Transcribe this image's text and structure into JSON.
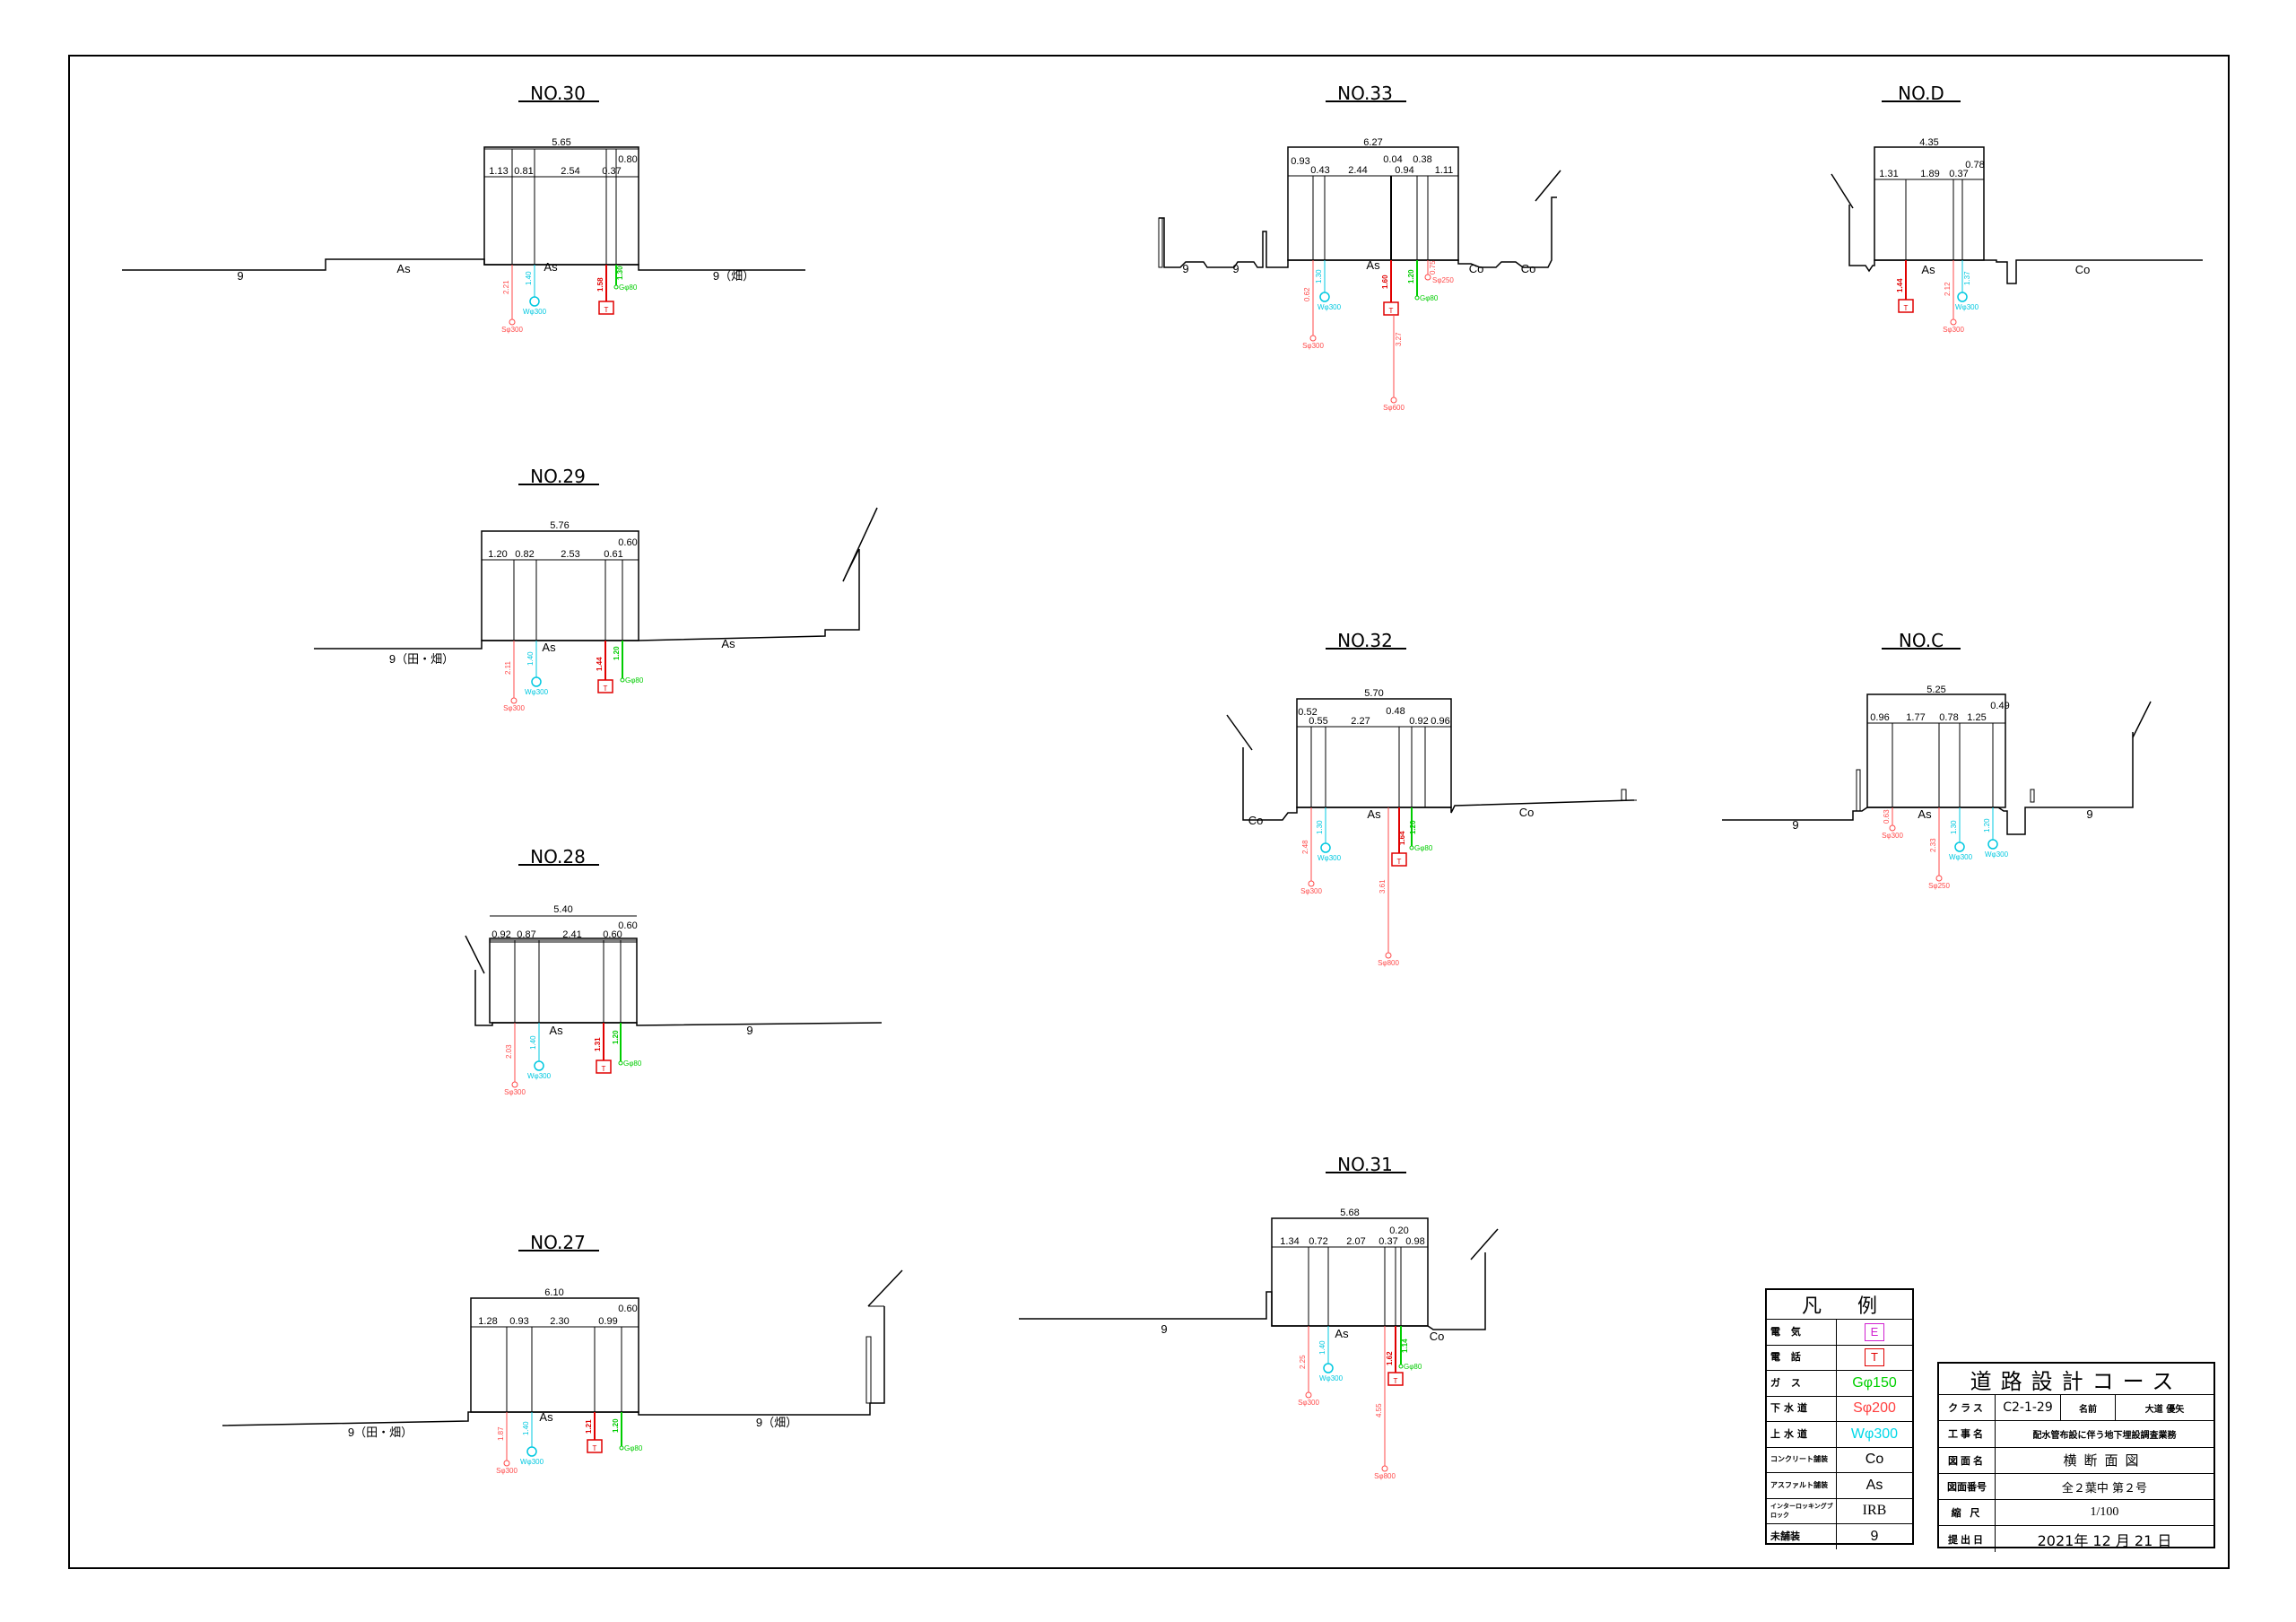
{
  "sections": {
    "no30": {
      "title": "NO.30",
      "total": "5.65",
      "dims": [
        "1.13",
        "0.81",
        "2.54",
        "0.37",
        "0.80"
      ],
      "surfaces": [
        "9",
        "As",
        "As",
        "9（畑）"
      ],
      "utils": {
        "s": "2.21",
        "s_name": "Sφ300",
        "w": "1.40",
        "w_name": "Wφ300",
        "t": "1.58",
        "g": "1.30",
        "g_name": "Gφ80"
      }
    },
    "no29": {
      "title": "NO.29",
      "total": "5.76",
      "dims": [
        "1.20",
        "0.82",
        "2.53",
        "0.61",
        "0.60"
      ],
      "surfaces": [
        "9（田・畑）",
        "As",
        "As"
      ],
      "utils": {
        "s": "2.11",
        "s_name": "Sφ300",
        "w": "1.40",
        "w_name": "Wφ300",
        "t": "1.44",
        "g": "1.20",
        "g_name": "Gφ80"
      }
    },
    "no28": {
      "title": "NO.28",
      "total": "5.40",
      "dims": [
        "0.92",
        "0.87",
        "2.41",
        "0.60",
        "0.60"
      ],
      "surfaces": [
        "As",
        "9"
      ],
      "utils": {
        "s": "2.03",
        "s_name": "Sφ300",
        "w": "1.40",
        "w_name": "Wφ300",
        "t": "1.31",
        "g": "1.20",
        "g_name": "Gφ80"
      }
    },
    "no27": {
      "title": "NO.27",
      "total": "6.10",
      "dims": [
        "1.28",
        "0.93",
        "2.30",
        "0.99",
        "0.60"
      ],
      "surfaces": [
        "9（田・畑）",
        "As",
        "9（畑）"
      ],
      "utils": {
        "s": "1.87",
        "s_name": "Sφ300",
        "w": "1.40",
        "w_name": "Wφ300",
        "t": "1.21",
        "g": "1.20",
        "g_name": "Gφ80"
      }
    },
    "no33": {
      "title": "NO.33",
      "total": "6.27",
      "dims": [
        "0.93",
        "0.43",
        "2.44",
        "0.04",
        "0.94",
        "0.38",
        "1.11"
      ],
      "surfaces": [
        "9",
        "9",
        "As",
        "Co",
        "Co"
      ],
      "utils": {
        "s": "0.62",
        "s_name": "Sφ300",
        "w": "1.30",
        "w_name": "Wφ300",
        "t": "1.60",
        "s2": "3.27",
        "s2_name": "Sφ600",
        "g": "1.20",
        "g_name": "Gφ80",
        "s3": "0.75",
        "s3_name": "Sφ250"
      }
    },
    "no32": {
      "title": "NO.32",
      "total": "5.70",
      "dims": [
        "0.52",
        "0.55",
        "2.27",
        "0.48",
        "0.92",
        "0.96"
      ],
      "surfaces": [
        "Co",
        "As",
        "Co"
      ],
      "utils": {
        "s": "2.48",
        "s_name": "Sφ300",
        "w": "1.30",
        "w_name": "Wφ300",
        "t": "1.64",
        "s2": "3.61",
        "s2_name": "Sφ800",
        "g": "1.20",
        "g_name": "Gφ80"
      }
    },
    "no31": {
      "title": "NO.31",
      "total": "5.68",
      "dims": [
        "1.34",
        "0.72",
        "2.07",
        "0.37",
        "0.20",
        "0.98"
      ],
      "surfaces": [
        "9",
        "As",
        "Co"
      ],
      "utils": {
        "s": "2.25",
        "s_name": "Sφ300",
        "w": "1.40",
        "w_name": "Wφ300",
        "t": "1.62",
        "s2": "4.55",
        "s2_name": "Sφ800",
        "g": "1.14",
        "g_name": "Gφ80"
      }
    },
    "nod": {
      "title": "NO.D",
      "total": "4.35",
      "dims": [
        "1.31",
        "1.89",
        "0.37",
        "0.78"
      ],
      "surfaces": [
        "As",
        "Co"
      ],
      "utils": {
        "t": "1.44",
        "s": "2.12",
        "s_name": "Sφ300",
        "w": "1.37",
        "w_name": "Wφ300"
      }
    },
    "noc": {
      "title": "NO.C",
      "total": "5.25",
      "dims": [
        "0.96",
        "1.77",
        "0.78",
        "1.25",
        "0.49"
      ],
      "surfaces": [
        "9",
        "As",
        "9"
      ],
      "utils": {
        "s": "0.63",
        "s_name": "Sφ300",
        "s2": "2.33",
        "s2_name": "Sφ250",
        "w": "1.30",
        "w_name": "Wφ300",
        "w2": "1.20",
        "w2_name": "Wφ300"
      }
    }
  },
  "legend": {
    "title_left": "凡",
    "title_right": "例",
    "rows": [
      {
        "key": "電 気",
        "value": "E",
        "color": "#d020d0",
        "boxed": true
      },
      {
        "key": "電 話",
        "value": "T",
        "color": "#e00000",
        "boxed": true
      },
      {
        "key": "ガ ス",
        "value": "Gφ150",
        "color": "#00d000",
        "boxed": false
      },
      {
        "key": "下水道",
        "value": "Sφ200",
        "color": "#ff4040",
        "boxed": false
      },
      {
        "key": "上水道",
        "value": "Wφ300",
        "color": "#00d8e8",
        "boxed": false
      },
      {
        "key": "コンクリート舗装",
        "value": "Co",
        "color": "#000000",
        "boxed": false
      },
      {
        "key": "アスファルト舗装",
        "value": "As",
        "color": "#000000",
        "boxed": false
      },
      {
        "key": "インターロッキングブロック",
        "value": "IRB",
        "color": "#000000",
        "boxed": false
      },
      {
        "key": "未舗装",
        "value": "9",
        "color": "#000000",
        "boxed": false
      }
    ]
  },
  "title_block": {
    "heading": "道路設計コース",
    "class_label": "クラス",
    "class_value": "C2-1-29",
    "name_label": "名前",
    "name_value": "大道 優矢",
    "project_label": "工事名",
    "project_value": "配水管布設に伴う地下埋設調査業務",
    "drawing_label": "図面名",
    "drawing_value": "横断面図",
    "number_label": "図面番号",
    "number_value": "全２葉中 第２号",
    "scale_label": "縮 尺",
    "scale_value": "1/100",
    "date_label": "提出日",
    "date_value": "2021年 12 月 21 日"
  },
  "colors": {
    "telephone": "#e00000",
    "gas": "#00cc00",
    "sewer": "#ff4a4a",
    "water": "#00c8e0",
    "electric": "#d020d0"
  }
}
